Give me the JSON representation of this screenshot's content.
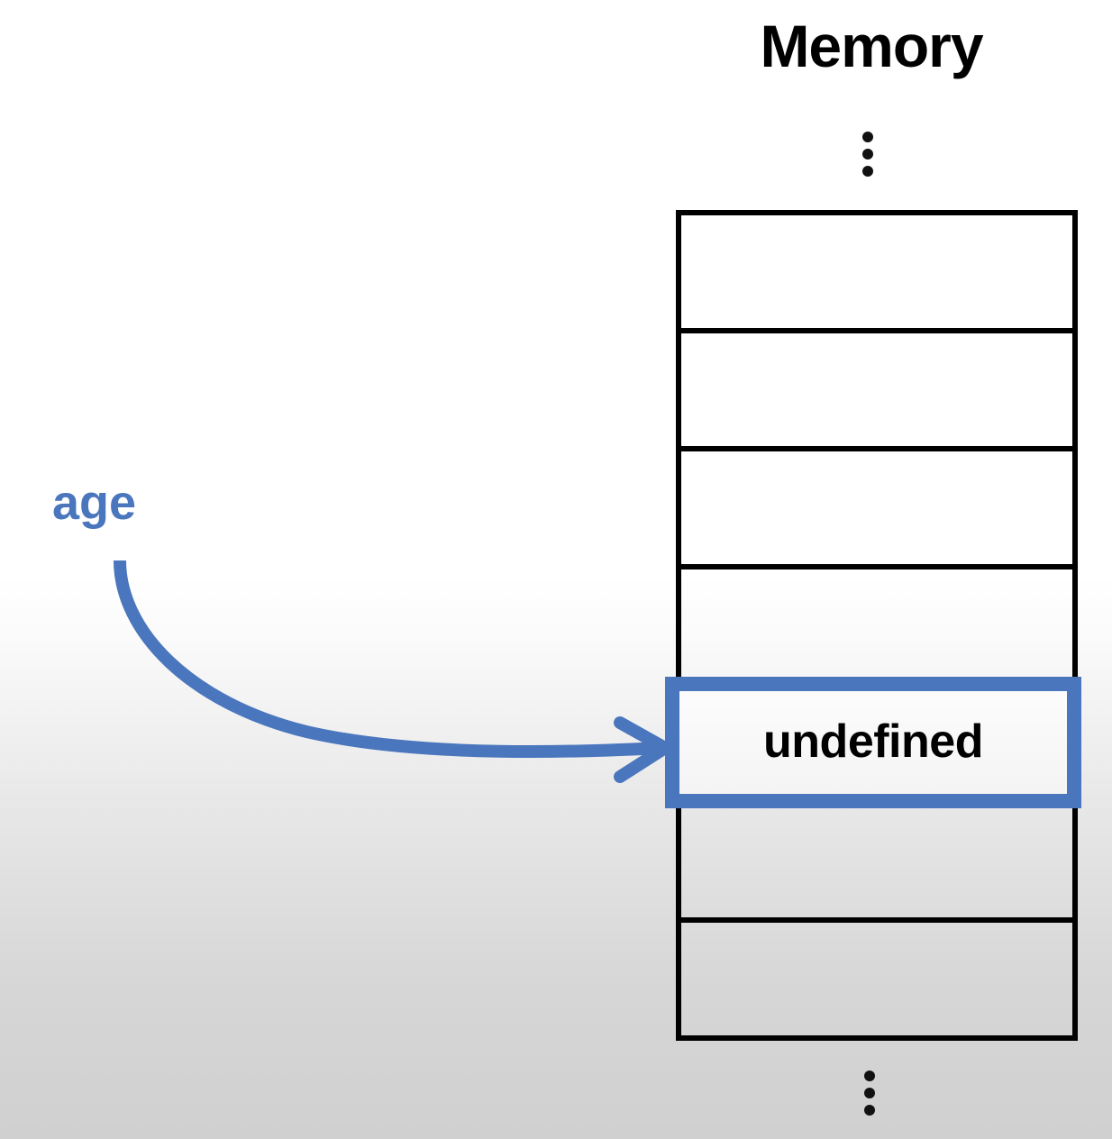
{
  "diagram": {
    "title": "Memory",
    "background_top_color": "#ffffff",
    "background_bottom_color": "#d0d0d0",
    "accent_color": "#4a76bd",
    "outline_color": "#000000"
  },
  "memory": {
    "heading": "Memory",
    "ellipsis_above": "⋮",
    "ellipsis_below": "⋮",
    "cell_count": 7,
    "cells": [
      {
        "index": 0,
        "value": "",
        "highlighted": false
      },
      {
        "index": 1,
        "value": "",
        "highlighted": false
      },
      {
        "index": 2,
        "value": "",
        "highlighted": false
      },
      {
        "index": 3,
        "value": "",
        "highlighted": false
      },
      {
        "index": 4,
        "value": "undefined",
        "highlighted": true
      },
      {
        "index": 5,
        "value": "",
        "highlighted": false
      },
      {
        "index": 6,
        "value": "",
        "highlighted": false
      }
    ]
  },
  "highlight": {
    "value": "undefined",
    "border_color": "#4a76bd"
  },
  "variable": {
    "name": "age",
    "color": "#4a76bd",
    "points_to_cell_index": 4
  },
  "arrow": {
    "label": "age-to-cell-arrow",
    "color": "#4a76bd",
    "style": "curved-open-arrowhead"
  }
}
